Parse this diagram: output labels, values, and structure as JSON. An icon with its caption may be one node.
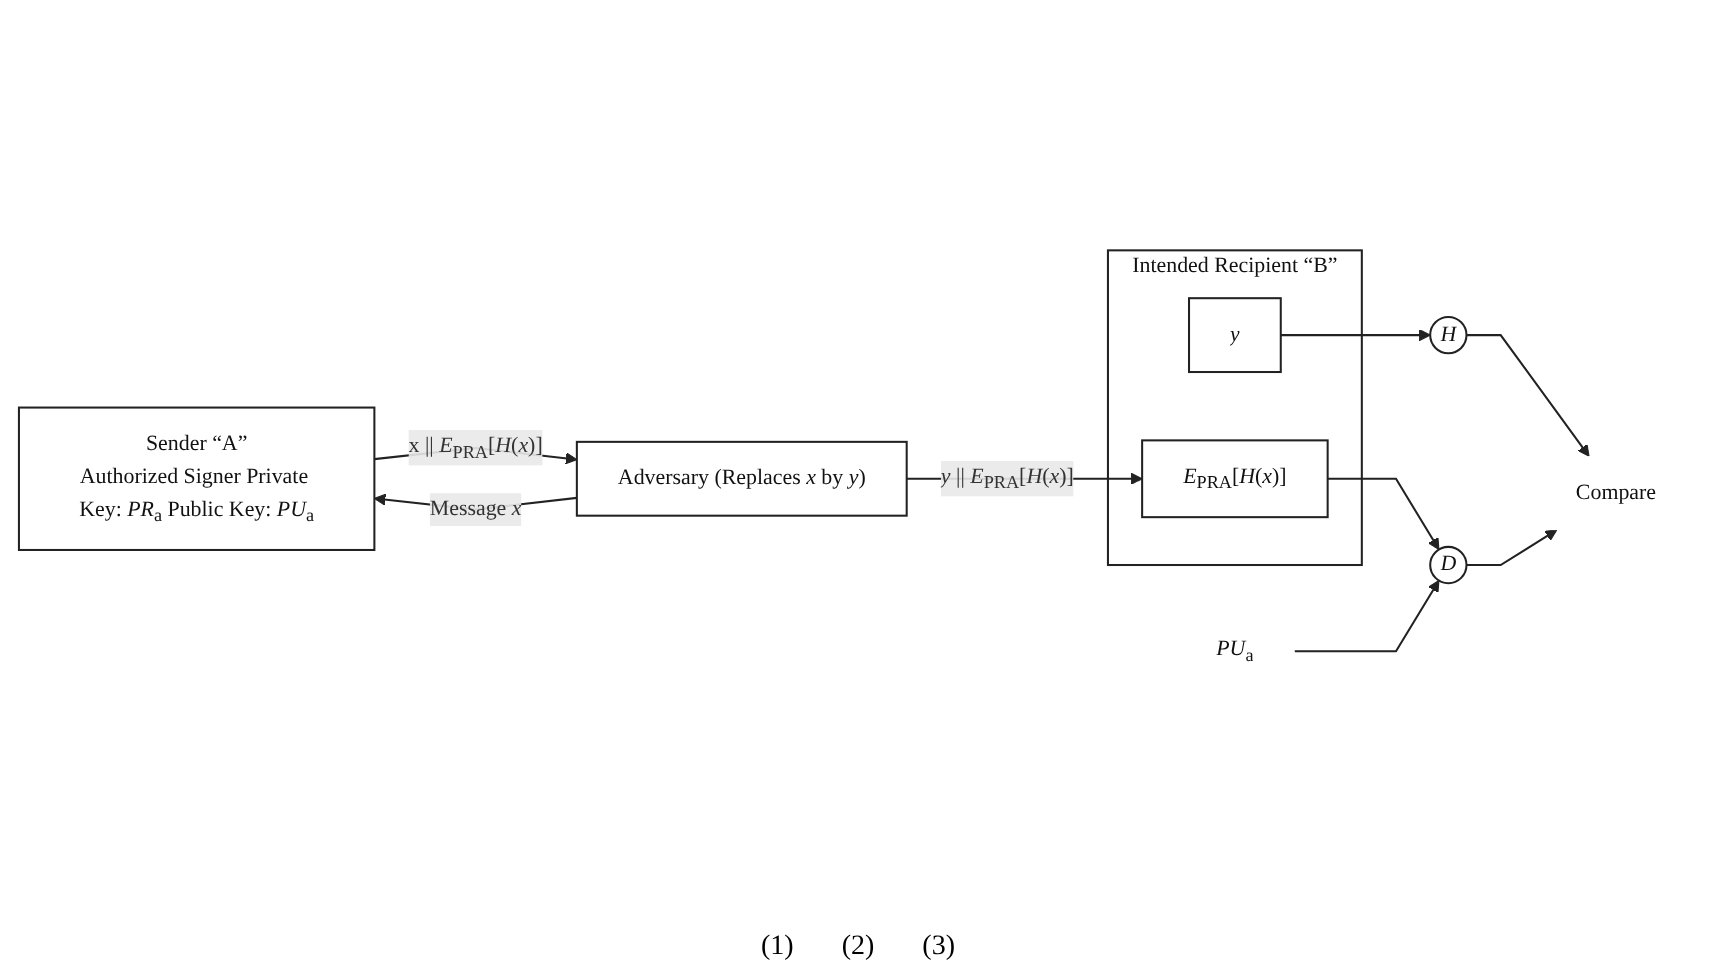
{
  "diagram": {
    "nodes": [
      {
        "text": [
          "Sender “A”",
          "Authorized Signer Private Key: *PR*$_{a}$ Public Key: *PU*$_{a}$"
        ]
      },
      {
        "text": [
          "Adversary (Replaces *x* by *y*)"
        ]
      },
      {
        "text": [
          "Intended Recipient “B”"
        ]
      },
      {
        "text": [
          "*y*"
        ],
        "in": 2
      },
      {
        "text": [
          "*E*$_{PRA}$[*H*(*x*)]"
        ],
        "in": 2
      },
      {
        "text": [
          "*H*"
        ]
      },
      {
        "text": [
          "*D*"
        ]
      },
      {
        "text": [
          "Compare"
        ]
      },
      {
        "text": [
          "*PU*$_{a}$"
        ]
      }
    ],
    "edges": [
      {
        "from": 1,
        "to": 0,
        "arrow": "to",
        "label": "Message *x*"
      },
      {
        "from": 0,
        "to": 1,
        "arrow": "to",
        "label": "x || *E*$_{PRA}$[*H*(*x*)]"
      },
      {
        "from": 1,
        "to": 4,
        "arrow": "to",
        "label": "*y* || *E*$_{PRA}$[*H*(*x*)]"
      },
      {
        "from": 3,
        "to": 5,
        "arrow": "to"
      },
      {
        "from": 4,
        "to": 6,
        "arrow": "to"
      },
      {
        "from": 5,
        "to": 7,
        "arrow": "to"
      },
      {
        "from": 6,
        "to": 7,
        "arrow": "to"
      },
      {
        "from": 8,
        "to": 6,
        "arrow": "to"
      }
    ],
    "labels": [
      "(1)",
      "(2)",
      "(3)"
    ]
  }
}
